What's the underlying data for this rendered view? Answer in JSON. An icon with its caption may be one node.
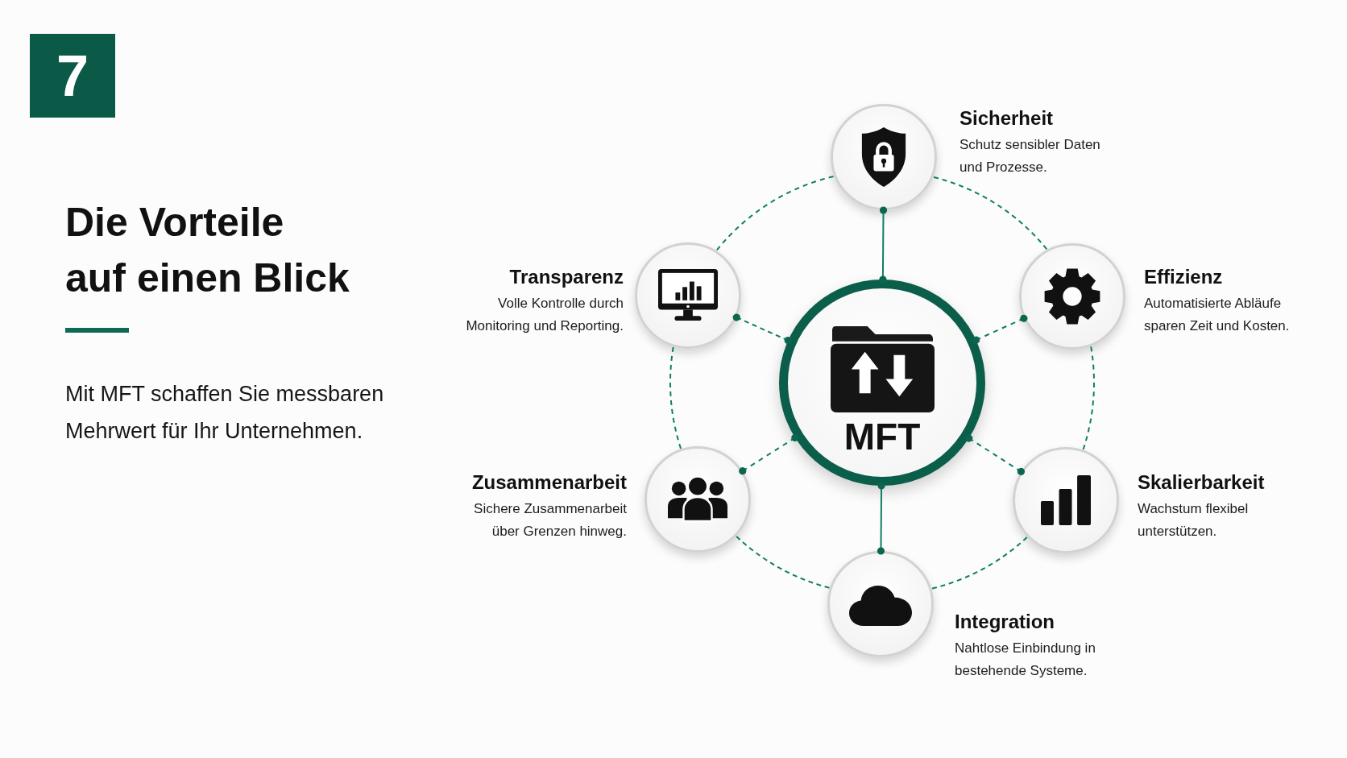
{
  "diagram": {
    "title": "Die Vorteile auf einen Blick",
    "nodes": [
      {
        "text": [
          "7"
        ]
      },
      {
        "text": [
          "MFT"
        ]
      },
      {
        "text": [
          "Sicherheit",
          "Schutz sensibler Daten und Prozesse."
        ]
      },
      {
        "text": [
          "Effizienz",
          "Automatisierte Abläufe sparen Zeit und Kosten."
        ]
      },
      {
        "text": [
          "Skalierbarkeit",
          "Wachstum flexibel unterstützen."
        ]
      },
      {
        "text": [
          "Integration",
          "Nahtlose Einbindung in bestehende Systeme."
        ]
      },
      {
        "text": [
          "Zusammenarbeit",
          "Sichere Zusammenarbeit über Grenzen hinweg."
        ]
      },
      {
        "text": [
          "Transparenz",
          "Volle Kontrolle durch Monitoring und Reporting."
        ]
      }
    ],
    "edges": [
      {
        "from": 1,
        "to": 2,
        "arrow": "other"
      },
      {
        "from": 1,
        "to": 3,
        "arrow": "other",
        "style": "dashed"
      },
      {
        "from": 1,
        "to": 4,
        "arrow": "other",
        "style": "dashed"
      },
      {
        "from": 1,
        "to": 5,
        "arrow": "other"
      },
      {
        "from": 1,
        "to": 6,
        "arrow": "other",
        "style": "dashed"
      },
      {
        "from": 1,
        "to": 7,
        "arrow": "other",
        "style": "dashed"
      },
      {
        "from": 2,
        "to": 3,
        "arrow": "none",
        "style": "dashed"
      },
      {
        "from": 3,
        "to": 4,
        "arrow": "none",
        "style": "dashed"
      },
      {
        "from": 4,
        "to": 5,
        "arrow": "none",
        "style": "dashed"
      },
      {
        "from": 5,
        "to": 6,
        "arrow": "none",
        "style": "dashed"
      },
      {
        "from": 6,
        "to": 7,
        "arrow": "none",
        "style": "dashed"
      },
      {
        "from": 7,
        "to": 2,
        "arrow": "none",
        "style": "dashed"
      }
    ],
    "labels": [
      "Mit MFT schaffen Sie messbaren Mehrwert für Ihr Unternehmen."
    ]
  }
}
